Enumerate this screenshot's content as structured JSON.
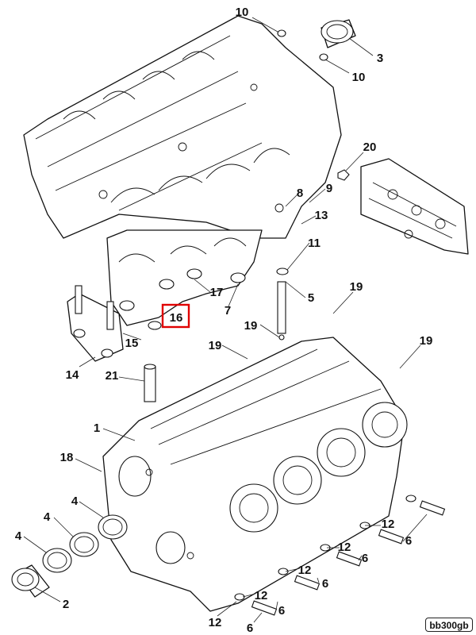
{
  "callouts": [
    {
      "id": "c1",
      "label": "10"
    },
    {
      "id": "c2",
      "label": "3"
    },
    {
      "id": "c3",
      "label": "10"
    },
    {
      "id": "c4",
      "label": "20"
    },
    {
      "id": "c5",
      "label": "9"
    },
    {
      "id": "c6",
      "label": "8"
    },
    {
      "id": "c7",
      "label": "13"
    },
    {
      "id": "c8",
      "label": "11"
    },
    {
      "id": "c9",
      "label": "17"
    },
    {
      "id": "c10",
      "label": "7"
    },
    {
      "id": "c11",
      "label": "16"
    },
    {
      "id": "c12",
      "label": "5"
    },
    {
      "id": "c13",
      "label": "19"
    },
    {
      "id": "c14",
      "label": "19"
    },
    {
      "id": "c15",
      "label": "15"
    },
    {
      "id": "c16",
      "label": "19"
    },
    {
      "id": "c17",
      "label": "19"
    },
    {
      "id": "c18",
      "label": "14"
    },
    {
      "id": "c19",
      "label": "21"
    },
    {
      "id": "c20",
      "label": "1"
    },
    {
      "id": "c21",
      "label": "18"
    },
    {
      "id": "c22",
      "label": "4"
    },
    {
      "id": "c23",
      "label": "4"
    },
    {
      "id": "c24",
      "label": "4"
    },
    {
      "id": "c25",
      "label": "2"
    },
    {
      "id": "c26",
      "label": "12"
    },
    {
      "id": "c27",
      "label": "6"
    },
    {
      "id": "c28",
      "label": "12"
    },
    {
      "id": "c29",
      "label": "6"
    },
    {
      "id": "c30",
      "label": "12"
    },
    {
      "id": "c31",
      "label": "6"
    },
    {
      "id": "c32",
      "label": "12"
    },
    {
      "id": "c33",
      "label": "6"
    },
    {
      "id": "c34",
      "label": "12"
    },
    {
      "id": "c35",
      "label": "6"
    }
  ],
  "highlighted_callout": "16",
  "reference_code": "bb300gb"
}
